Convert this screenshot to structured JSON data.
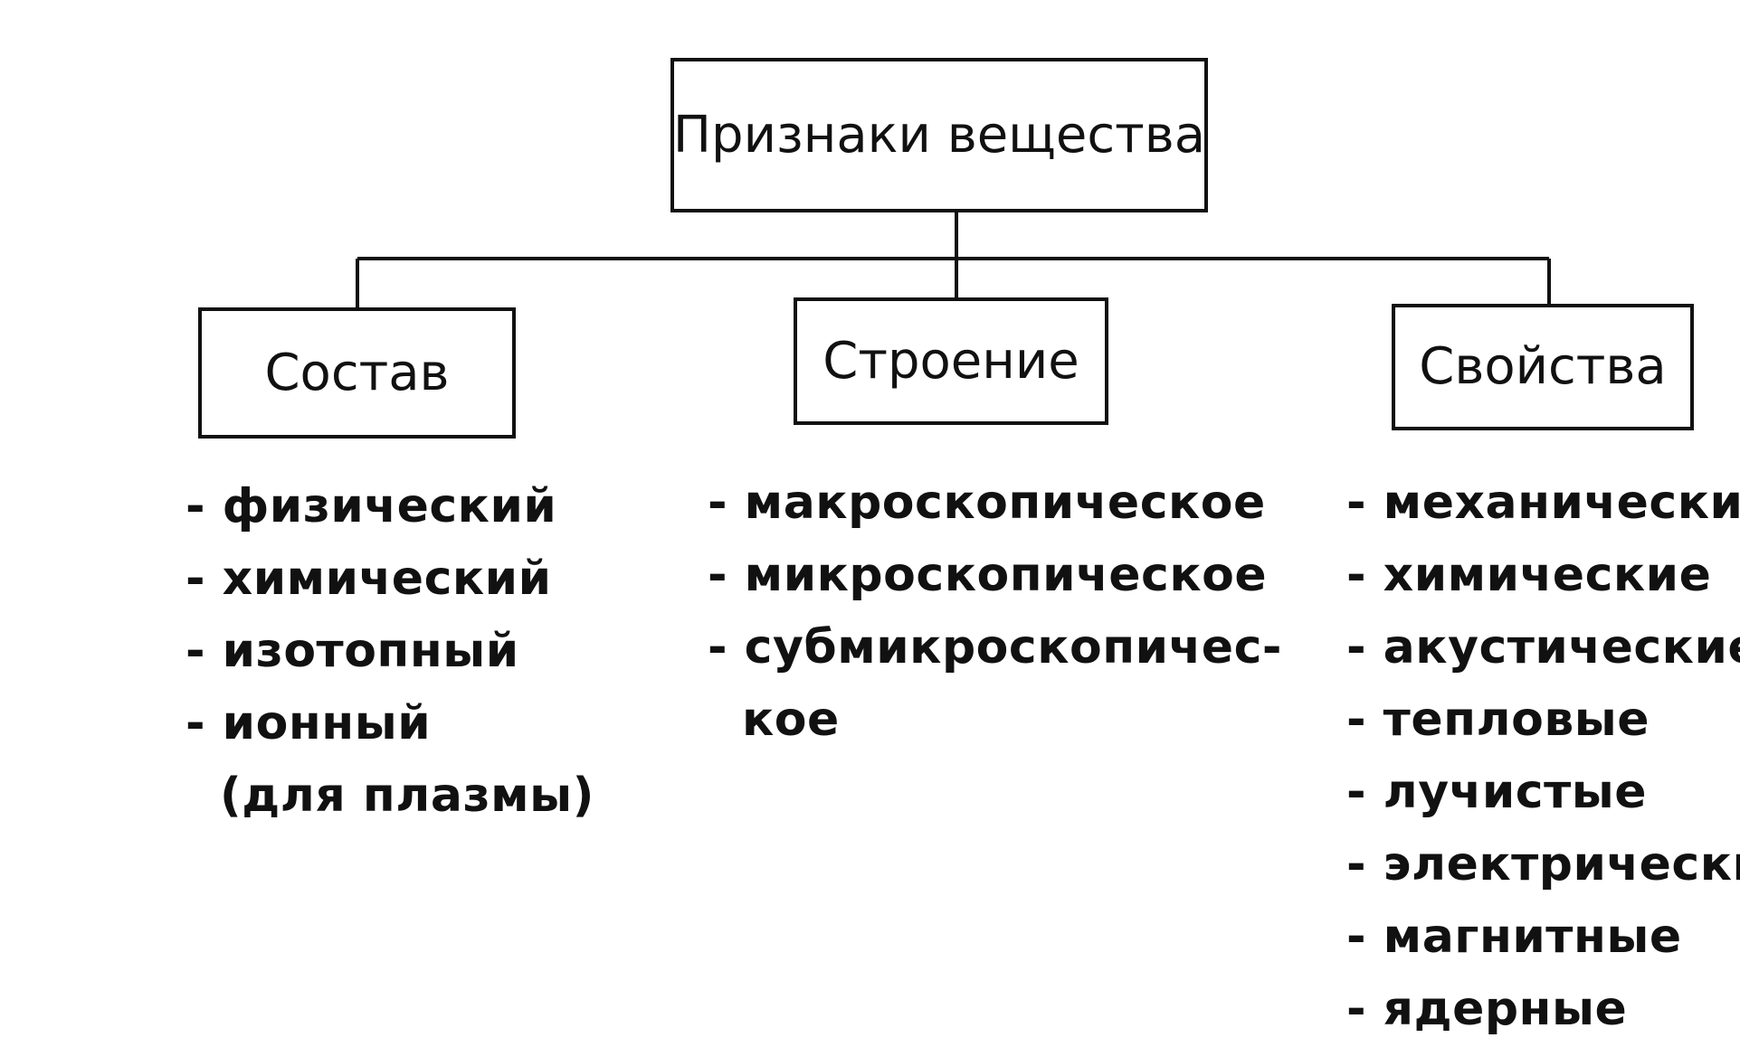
{
  "root": {
    "label": "Признаки вещества"
  },
  "branches": [
    {
      "title": "Состав",
      "items": [
        "- физический",
        "- химический",
        "- изотопный",
        "- ионный",
        "(для плазмы)"
      ]
    },
    {
      "title": "Строение",
      "items": [
        "- макроскопическое",
        "- микроскопическое",
        "- субмикроскопичес-",
        "кое"
      ]
    },
    {
      "title": "Свойства",
      "items": [
        "- механические",
        "- химические",
        "- акустические",
        "- тепловые",
        "- лучистые",
        "- электрические",
        "- магнитные",
        "- ядерные"
      ]
    }
  ],
  "colors": {
    "line": "#111111",
    "text": "#111111",
    "background": "#ffffff"
  }
}
